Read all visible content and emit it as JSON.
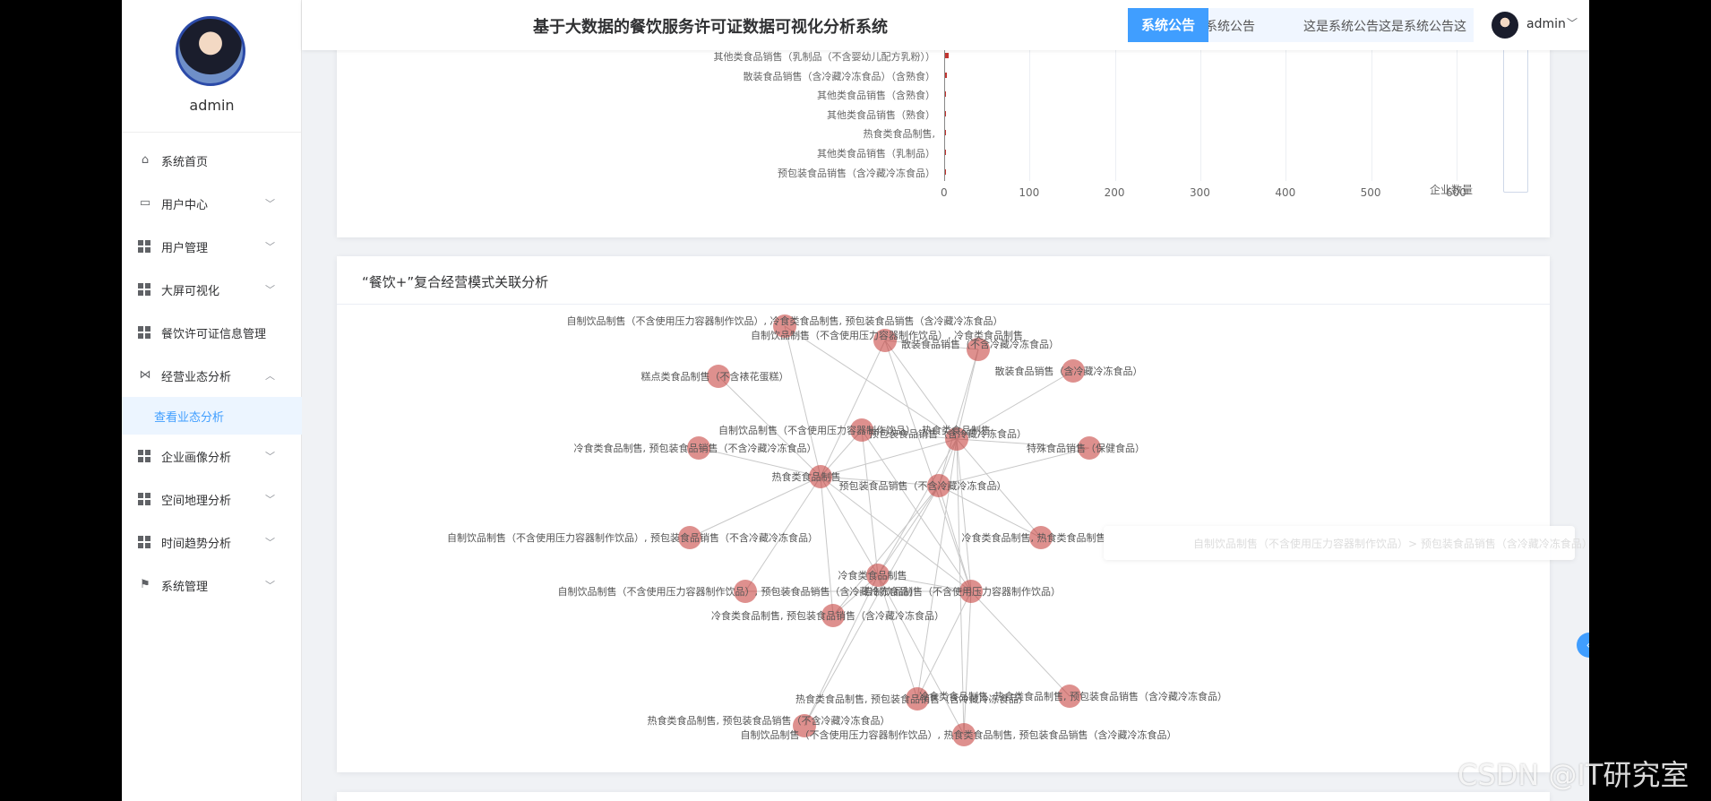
{
  "app": {
    "title": "基于大数据的餐饮服务许可证数据可视化分析系统"
  },
  "user": {
    "name": "admin"
  },
  "notice": {
    "button": "系统公告",
    "text1": "系统公告",
    "text2": "这是系统公告这是系统公告这"
  },
  "sidebar": {
    "items": [
      {
        "label": "系统首页",
        "icon": "home-icon"
      },
      {
        "label": "用户中心",
        "icon": "card-icon"
      },
      {
        "label": "用户管理",
        "icon": "grid-icon"
      },
      {
        "label": "大屏可视化",
        "icon": "grid-icon"
      },
      {
        "label": "餐饮许可证信息管理",
        "icon": "grid-icon"
      },
      {
        "label": "经营业态分析",
        "icon": "bowtie-icon"
      },
      {
        "label": "查看业态分析",
        "icon": ""
      },
      {
        "label": "企业画像分析",
        "icon": "grid-icon"
      },
      {
        "label": "空间地理分析",
        "icon": "grid-icon"
      },
      {
        "label": "时间趋势分析",
        "icon": "grid-icon"
      },
      {
        "label": "系统管理",
        "icon": "flag-icon"
      }
    ]
  },
  "bar_section": {
    "categories": [
      "其他类食品销售（乳制品（不含婴幼儿配方乳粉））",
      "散装食品销售（含冷藏冷冻食品）（含熟食）",
      "其他类食品销售（含熟食）",
      "其他类食品销售（熟食）",
      "热食类食品制售,",
      "其他类食品销售（乳制品）",
      "预包装食品销售（含冷藏冷冻食品）"
    ],
    "x_ticks": [
      "0",
      "100",
      "200",
      "300",
      "400",
      "500",
      "600"
    ],
    "x_axis_name": "企业数量"
  },
  "network_section": {
    "title": "“餐饮+”复合经营模式关联分析"
  },
  "tooltip": {
    "text": "自制饮品制售（不含使用压力容器制作饮品）> 预包装食品销售（含冷藏冷冻食品）"
  },
  "watermark": "CSDN @IT研究室",
  "chart_data": [
    {
      "type": "bar",
      "orientation": "horizontal",
      "categories": [
        "其他类食品销售（乳制品（不含婴幼儿配方乳粉））",
        "散装食品销售（含冷藏冷冻食品）（含熟食）",
        "其他类食品销售（含熟食）",
        "其他类食品销售（熟食）",
        "热食类食品制售,",
        "其他类食品销售（乳制品）",
        "预包装食品销售（含冷藏冷冻食品）"
      ],
      "values": [
        5,
        3,
        2,
        2,
        2,
        1,
        1
      ],
      "xlabel": "企业数量",
      "xlim": [
        0,
        600
      ],
      "color": "#c23531"
    },
    {
      "type": "network",
      "title": "“餐饮+”复合经营模式关联分析",
      "node_color": "#c23531",
      "nodes": [
        {
          "id": "n1",
          "label": "自制饮品制售（不含使用压力容器制作饮品）, 冷食类食品制售, 预包装食品销售（含冷藏冷冻食品）"
        },
        {
          "id": "n2",
          "label": "自制饮品制售（不含使用压力容器制作饮品）, 冷食类食品制售"
        },
        {
          "id": "n3",
          "label": "散装食品销售（不含冷藏冷冻食品）"
        },
        {
          "id": "n4",
          "label": "散装食品销售（含冷藏冷冻食品）"
        },
        {
          "id": "n5",
          "label": "糕点类食品制售（不含裱花蛋糕）"
        },
        {
          "id": "n6",
          "label": "自制饮品制售（不含使用压力容器制作饮品）, 热食类食品制售"
        },
        {
          "id": "n7",
          "label": "预包装食品销售（含冷藏冷冻食品）"
        },
        {
          "id": "n8",
          "label": "冷食类食品制售, 预包装食品销售（不含冷藏冷冻食品）"
        },
        {
          "id": "n9",
          "label": "特殊食品销售（保健食品）"
        },
        {
          "id": "n10",
          "label": "热食类食品制售"
        },
        {
          "id": "n11",
          "label": "预包装食品销售（不含冷藏冷冻食品）"
        },
        {
          "id": "n12",
          "label": "自制饮品制售（不含使用压力容器制作饮品）, 预包装食品销售（不含冷藏冷冻食品）"
        },
        {
          "id": "n13",
          "label": "冷食类食品制售, 热食类食品制售"
        },
        {
          "id": "n14",
          "label": "冷食类食品制售"
        },
        {
          "id": "n15",
          "label": "自制饮品制售（不含使用压力容器制作饮品）, 预包装食品销售（含冷藏冷冻食品）"
        },
        {
          "id": "n16",
          "label": "自制饮品制售（不含使用压力容器制作饮品）"
        },
        {
          "id": "n17",
          "label": "冷食类食品制售, 预包装食品销售（含冷藏冷冻食品）"
        },
        {
          "id": "n18",
          "label": "冷食类食品制售, 热食类食品制售, 预包装食品销售（含冷藏冷冻食品）"
        },
        {
          "id": "n19",
          "label": "热食类食品制售, 预包装食品销售（含冷藏冷冻食品）"
        },
        {
          "id": "n20",
          "label": "热食类食品制售, 预包装食品销售（不含冷藏冷冻食品）"
        },
        {
          "id": "n21",
          "label": "自制饮品制售（不含使用压力容器制作饮品）, 热食类食品制售, 预包装食品销售（含冷藏冷冻食品）"
        }
      ],
      "edges": [
        [
          "n10",
          "n7"
        ],
        [
          "n10",
          "n11"
        ],
        [
          "n10",
          "n14"
        ],
        [
          "n10",
          "n16"
        ],
        [
          "n10",
          "n8"
        ],
        [
          "n10",
          "n12"
        ],
        [
          "n10",
          "n17"
        ],
        [
          "n10",
          "n15"
        ],
        [
          "n10",
          "n6"
        ],
        [
          "n10",
          "n5"
        ],
        [
          "n7",
          "n11"
        ],
        [
          "n7",
          "n16"
        ],
        [
          "n7",
          "n4"
        ],
        [
          "n7",
          "n9"
        ],
        [
          "n7",
          "n3"
        ],
        [
          "n7",
          "n2"
        ],
        [
          "n7",
          "n13"
        ],
        [
          "n7",
          "n19"
        ],
        [
          "n7",
          "n6"
        ],
        [
          "n7",
          "n14"
        ],
        [
          "n7",
          "n21"
        ],
        [
          "n11",
          "n16"
        ],
        [
          "n11",
          "n14"
        ],
        [
          "n11",
          "n13"
        ],
        [
          "n11",
          "n17"
        ],
        [
          "n11",
          "n9"
        ],
        [
          "n11",
          "n20"
        ],
        [
          "n11",
          "n3"
        ],
        [
          "n16",
          "n14"
        ],
        [
          "n16",
          "n18"
        ],
        [
          "n16",
          "n19"
        ],
        [
          "n16",
          "n15"
        ],
        [
          "n16",
          "n2"
        ],
        [
          "n16",
          "n21"
        ],
        [
          "n16",
          "n6"
        ],
        [
          "n14",
          "n19"
        ],
        [
          "n14",
          "n20"
        ],
        [
          "n14",
          "n6"
        ],
        [
          "n14",
          "n17"
        ],
        [
          "n14",
          "n21"
        ],
        [
          "n3",
          "n2"
        ],
        [
          "n1",
          "n10"
        ],
        [
          "n1",
          "n7"
        ],
        [
          "n2",
          "n10"
        ]
      ]
    }
  ]
}
